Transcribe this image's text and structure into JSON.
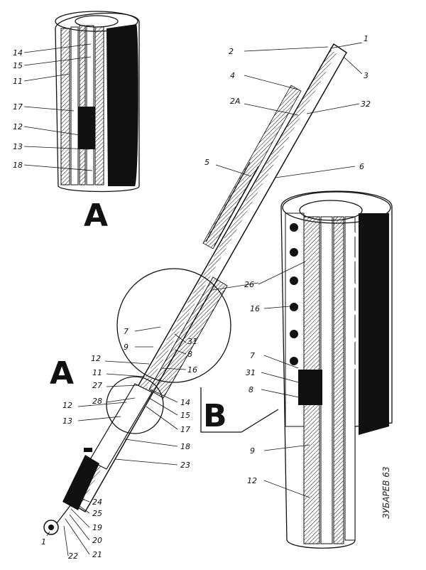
{
  "detail_labels": {
    "a": "A",
    "b": "B"
  },
  "signature": "ЗУБАРЕВ 63",
  "callouts": {
    "c1": "1",
    "c2": "2",
    "c3": "3",
    "c4": "4",
    "c2a": "2A",
    "c32": "32",
    "c5": "5",
    "c6": "6",
    "c26": "26",
    "c16r": "16",
    "c7r": "7",
    "c31r": "31",
    "c8r": "8",
    "c9r": "9",
    "c12r": "12",
    "ta14": "14",
    "ta15": "15",
    "ta11": "11",
    "ta17": "17",
    "ta12": "12",
    "ta13": "13",
    "ta18": "18",
    "m7": "7",
    "m9": "9",
    "m31": "31",
    "m8": "8",
    "m12": "12",
    "m16": "16",
    "m11": "11",
    "m27": "27",
    "m28": "28",
    "m12b": "12",
    "m13": "13",
    "m14": "14",
    "m15": "15",
    "m17": "17",
    "m18": "18",
    "m23": "23",
    "m24": "24",
    "m25": "25",
    "m19": "19",
    "m20": "20",
    "m21": "21",
    "m22": "22",
    "m1b": "1"
  },
  "colors": {
    "ink": "#111111",
    "paper": "#ffffff"
  }
}
